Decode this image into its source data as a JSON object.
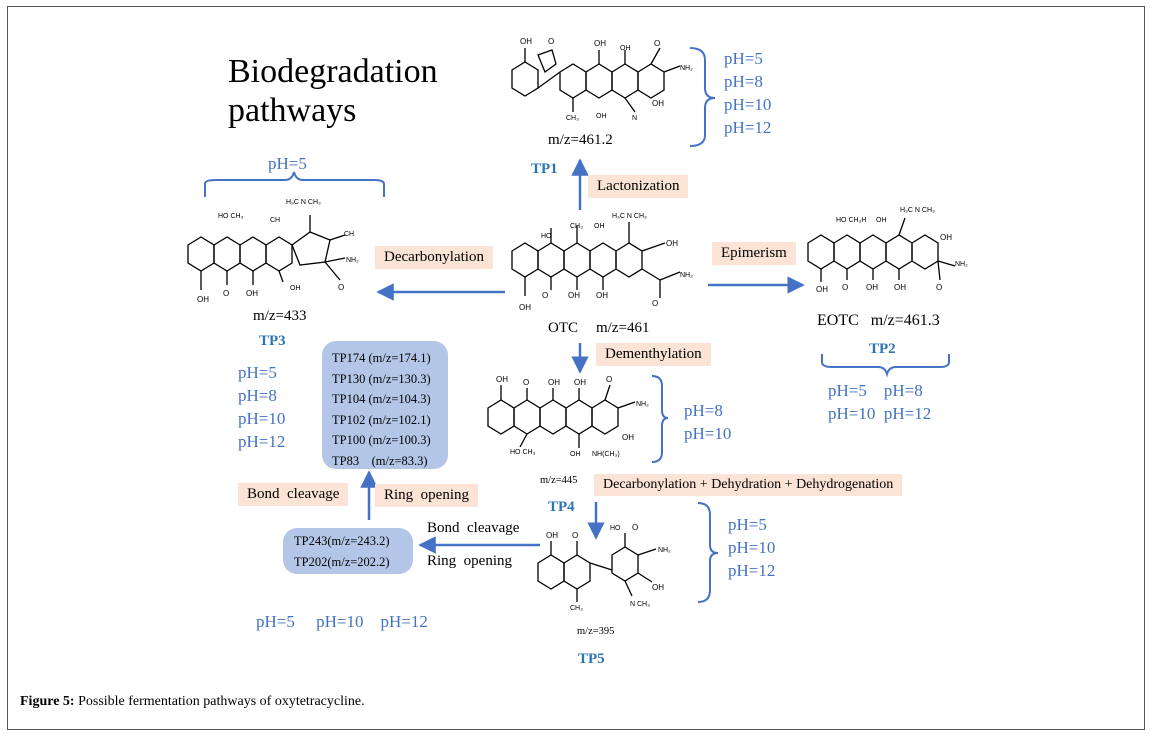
{
  "title_line1": "Biodegradation",
  "title_line2": "pathways",
  "center": {
    "name": "OTC",
    "mz": "m/z=461"
  },
  "tp1": {
    "label": "TP1",
    "mz": "m/z=461.2",
    "ph": [
      "pH=5",
      "pH=8",
      "pH=10",
      "pH=12"
    ]
  },
  "tp2": {
    "label": "TP2",
    "compound": "EOTC   m/z=461.3",
    "ph_row1": "pH=5    pH=8",
    "ph_row2": "pH=10  pH=12"
  },
  "tp3": {
    "label": "TP3",
    "mz": "m/z=433",
    "ph_top": "pH=5",
    "ph": [
      "pH=5",
      "pH=8",
      "pH=10",
      "pH=12"
    ]
  },
  "tp4": {
    "label": "TP4",
    "mz": "m/z=445",
    "ph": [
      "pH=8",
      "pH=10"
    ]
  },
  "tp5": {
    "label": "TP5",
    "mz": "m/z=395",
    "ph": [
      "pH=5",
      "pH=10",
      "pH=12"
    ]
  },
  "reactions": {
    "lactonization": "Lactonization",
    "decarbonylation": "Decarbonylation",
    "epimerism": "Epimerism",
    "demethylation": "Dementhylation",
    "combo": "Decarbonylation + Dehydration + Dehydrogenation",
    "bond_cleavage": "Bond  cleavage",
    "ring_opening": "Ring  opening",
    "bond_cleavage_plain": "Bond  cleavage",
    "ring_opening_plain": "Ring  opening"
  },
  "small_products": [
    "TP174 (m/z=174.1)",
    "TP130 (m/z=130.3)",
    "TP104 (m/z=104.3)",
    "TP102 (m/z=102.1)",
    "TP100 (m/z=100.3)",
    "TP83    (m/z=83.3)"
  ],
  "tp243_box": [
    "TP243(m/z=243.2)",
    "TP202(m/z=202.2)"
  ],
  "bottom_ph": "pH=5     pH=10    pH=12",
  "caption_bold": "Figure 5:",
  "caption_text": " Possible fermentation pathways of oxytetracycline.",
  "colors": {
    "arrow": "#4472C4",
    "ph_text": "#4472C4",
    "tp_label": "#2E75B6",
    "pill_bg": "#FBE4D5",
    "box_bg": "#B4C6E7"
  }
}
